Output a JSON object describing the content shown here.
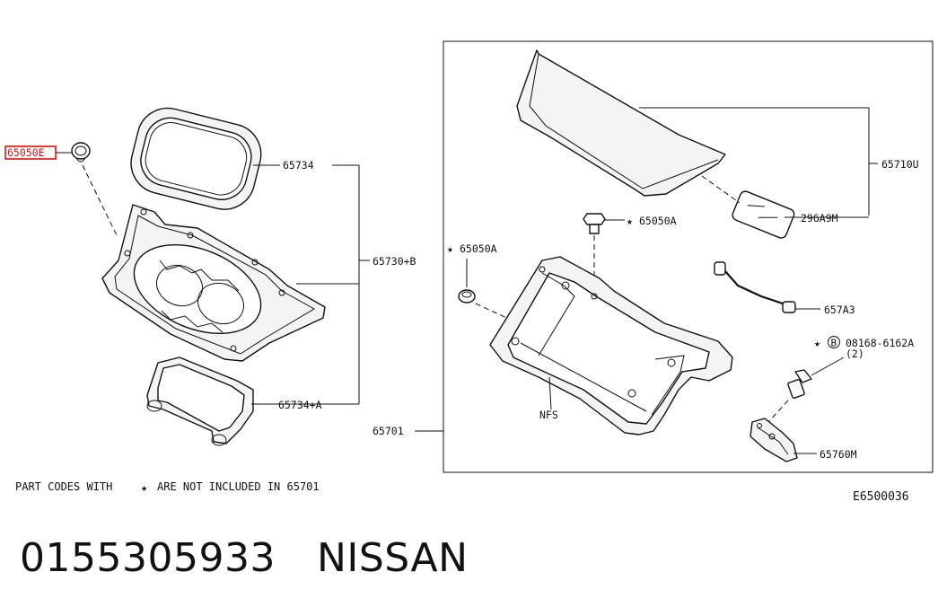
{
  "labels": {
    "highlighted": "65050E",
    "weatherstrip_upper": "65734",
    "insulator_assy": "65730+B",
    "weatherstrip_lower": "65734+A",
    "hood_assy": "65701",
    "hood_panel": "65710U",
    "emblem": "296A9M",
    "bolt": "65050A",
    "bumper": "65050A",
    "cable": "657A3",
    "fastener_code": "08168-6162A",
    "fastener_qty": "(2)",
    "fastener_marker": "B",
    "lock": "65760M",
    "nfs": "NFS"
  },
  "note": {
    "prefix": "PART CODES WITH",
    "suffix": "ARE NOT INCLUDED IN 65701"
  },
  "diagram_code": "E6500036",
  "footer": {
    "part_number": "0155305933",
    "brand": "NISSAN"
  },
  "colors": {
    "highlight": "#e01010",
    "line": "#111111"
  },
  "icons": {
    "star": "star-icon"
  }
}
